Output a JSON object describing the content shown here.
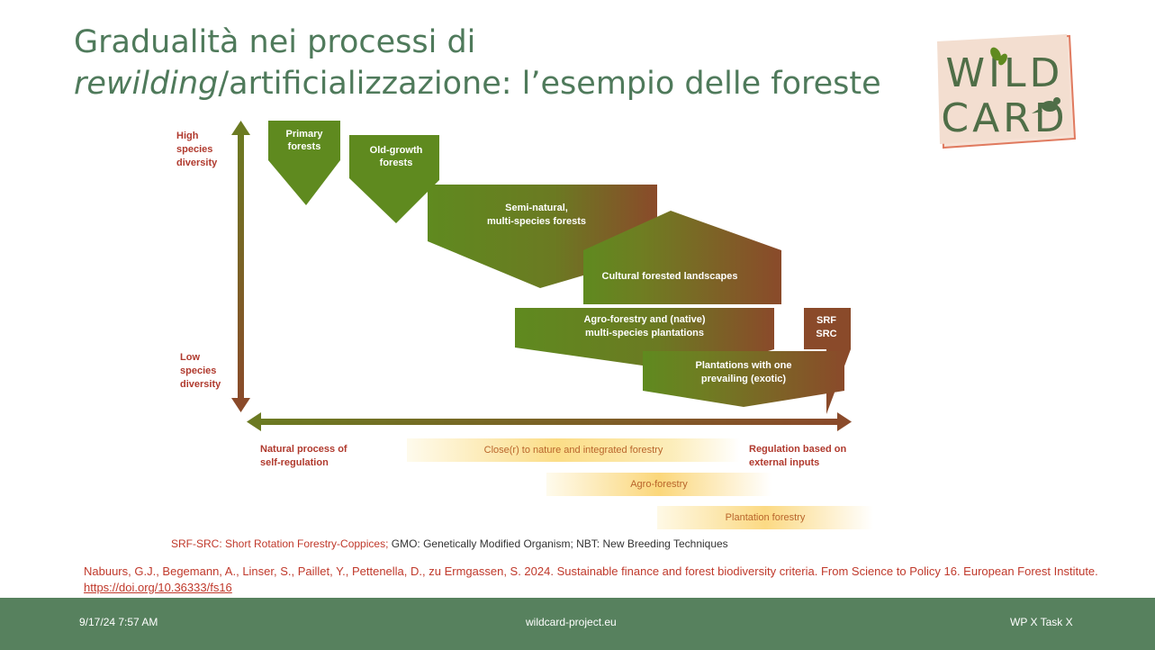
{
  "title": {
    "line1": "Gradualità nei processi di",
    "line2_italic": "rewilding",
    "line2_rest": "/artificializzazione: l’esempio delle foreste"
  },
  "logo": {
    "text_line1": "WILD",
    "text_line2": "CARD"
  },
  "axis": {
    "y_high": "High species diversity",
    "y_low": "Low species diversity",
    "x_left": "Natural process of self-regulation",
    "x_right": "Regulation based on external inputs"
  },
  "shapes": {
    "primary": [
      "Primary",
      "forests"
    ],
    "oldgrowth": [
      "Old-growth",
      "forests"
    ],
    "seminatural": [
      "Semi-natural,",
      "multi-species forests"
    ],
    "cultural": [
      "Cultural forested landscapes"
    ],
    "agro": [
      "Agro-forestry and (native)",
      "multi-species plantations"
    ],
    "srf": [
      "SRF",
      "SRC"
    ],
    "plantations": [
      "Plantations with one",
      "prevailing (exotic)"
    ]
  },
  "bands": {
    "band1": "Close(r) to nature and integrated forestry",
    "band2": "Agro-forestry",
    "band3": "Plantation forestry"
  },
  "footnote": {
    "highlight": "SRF-SRC: Short Rotation Forestry-Coppices;",
    "rest": " GMO: Genetically Modified Organism; NBT: New Breeding Techniques"
  },
  "citation": {
    "text": "Nabuurs, G.J., Begemann, A., Linser, S., Paillet, Y., Pettenella, D., zu Ermgassen, S. 2024. Sustainable finance and forest biodiversity criteria. From Science to Policy 16. European Forest Institute. ",
    "link": "https://doi.org/10.36333/fs16"
  },
  "footer": {
    "date": "9/17/24 7:57 AM",
    "site": "wildcard-project.eu",
    "task": "WP X Task X"
  },
  "colors": {
    "green": "#5f8a1f",
    "brown": "#8a4a2a",
    "footer": "#57815e",
    "title": "#4f7a5b",
    "label_red": "#b03a2e"
  }
}
